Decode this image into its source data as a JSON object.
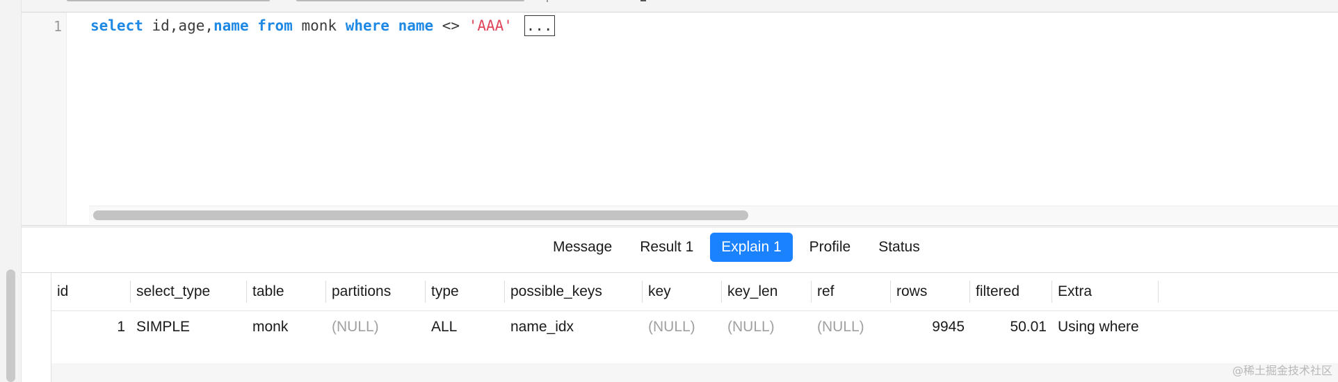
{
  "editor": {
    "line_number": "1",
    "tokens": {
      "t1": "select",
      "t2": " id,age,",
      "t3": "name",
      "t4": " ",
      "t5": "from",
      "t6": " monk ",
      "t7": "where",
      "t8": " ",
      "t9": "name",
      "t10": " <> ",
      "t11": "'AAA'",
      "t12": " ",
      "fold": "..."
    },
    "colors": {
      "keyword": "#1e88e5",
      "string": "#e0455b",
      "text": "#3b3b3b"
    }
  },
  "tabs": [
    {
      "label": "Message",
      "active": false
    },
    {
      "label": "Result 1",
      "active": false
    },
    {
      "label": "Explain 1",
      "active": true
    },
    {
      "label": "Profile",
      "active": false
    },
    {
      "label": "Status",
      "active": false
    }
  ],
  "accent_color": "#1a82ff",
  "table": {
    "columns": [
      "id",
      "select_type",
      "table",
      "partitions",
      "type",
      "possible_keys",
      "key",
      "key_len",
      "ref",
      "rows",
      "filtered",
      "Extra"
    ],
    "rows": [
      [
        "1",
        "SIMPLE",
        "monk",
        "(NULL)",
        "ALL",
        "name_idx",
        "(NULL)",
        "(NULL)",
        "(NULL)",
        "9945",
        "50.01",
        "Using where"
      ]
    ]
  },
  "watermark": "@稀土掘金技术社区"
}
